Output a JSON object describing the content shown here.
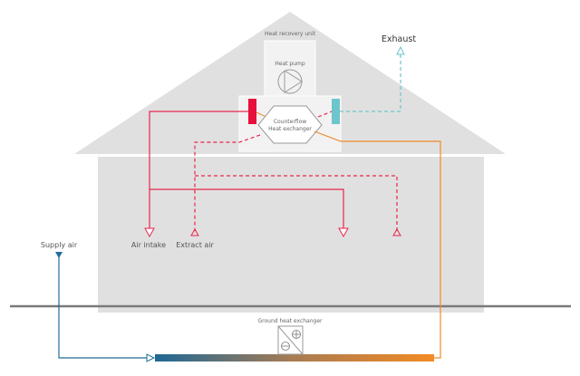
{
  "title": "Heat recovery ventilation with ground heat exchanger",
  "labels": {
    "heat_recovery_unit": "Heat recovery unit",
    "heat_pump": "Heat pump",
    "counterflow_line1": "Counterflow",
    "counterflow_line2": "Heat exchanger",
    "exhaust": "Exhaust",
    "supply_air": "Supply air",
    "air_intake": "Air intake",
    "extract_air": "Extract air",
    "ground_heat_exchanger": "Ground heat exchanger"
  },
  "colors": {
    "house": "#e0e0e0",
    "unit": "#f2f2f2",
    "intake_red": "#e8264e",
    "extract_red": "#e8264e",
    "exhaust_teal": "#6cc6cc",
    "supply_blue": "#1f6e98",
    "ground_orange": "#f08a2a",
    "ground_line": "#7a7a7a"
  }
}
